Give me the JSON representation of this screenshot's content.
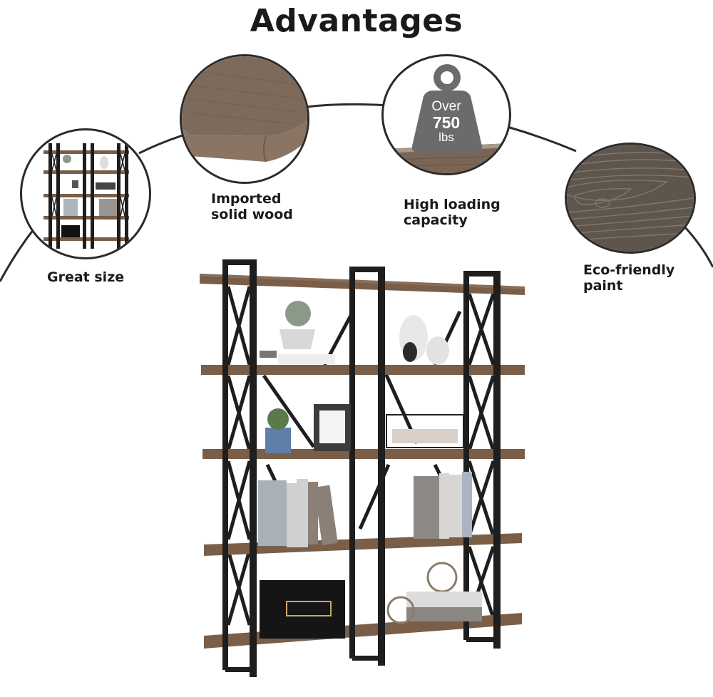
{
  "header": {
    "title": "Advantages"
  },
  "features": [
    {
      "id": "great-size",
      "label": "Great size"
    },
    {
      "id": "imported-solid-wood",
      "label_line1": "Imported",
      "label_line2": "solid wood"
    },
    {
      "id": "high-loading-capacity",
      "label_line1": "High loading",
      "label_line2": "capacity",
      "badge": {
        "line1": "Over",
        "value": "750",
        "unit": "lbs"
      }
    },
    {
      "id": "eco-friendly-paint",
      "label_line1": "Eco-friendly",
      "label_line2": "paint"
    }
  ],
  "product": {
    "name": "double-wide 5-tier bookshelf",
    "shelves": 5,
    "frame_color": "#1e1e1e",
    "wood_color": "#7a5e48"
  },
  "colors": {
    "text": "#1a1a1a",
    "outline": "#2b2b2b",
    "weight_badge": "#6b6b6b",
    "wood_dark": "#5c4a3c",
    "wood_grain": "#6b625a"
  }
}
